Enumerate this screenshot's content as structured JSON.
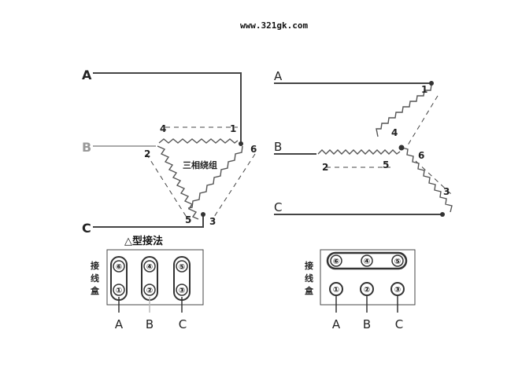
{
  "watermark": "www.321gk.com",
  "delta": {
    "phase_labels": [
      "A",
      "B",
      "C"
    ],
    "terminal_numbers": [
      "4",
      "1",
      "2",
      "6",
      "5",
      "3"
    ],
    "center_label": "三相绕组",
    "title": "△型接法",
    "box_label": "接线盒",
    "box_top": [
      "⑥",
      "④",
      "⑤"
    ],
    "box_bottom": [
      "①",
      "②",
      "③"
    ],
    "box_phases": [
      "A",
      "B",
      "C"
    ]
  },
  "star": {
    "phase_labels": [
      "A",
      "B",
      "C"
    ],
    "terminal_numbers": [
      "1",
      "4",
      "2",
      "5",
      "6",
      "3"
    ],
    "box_label": "接线盒",
    "box_top": [
      "⑥",
      "④",
      "⑤"
    ],
    "box_bottom": [
      "①",
      "②",
      "③"
    ],
    "box_phases": [
      "A",
      "B",
      "C"
    ]
  },
  "colors": {
    "wire": "#444444",
    "phase_b_wire": "#aaaaaa"
  }
}
